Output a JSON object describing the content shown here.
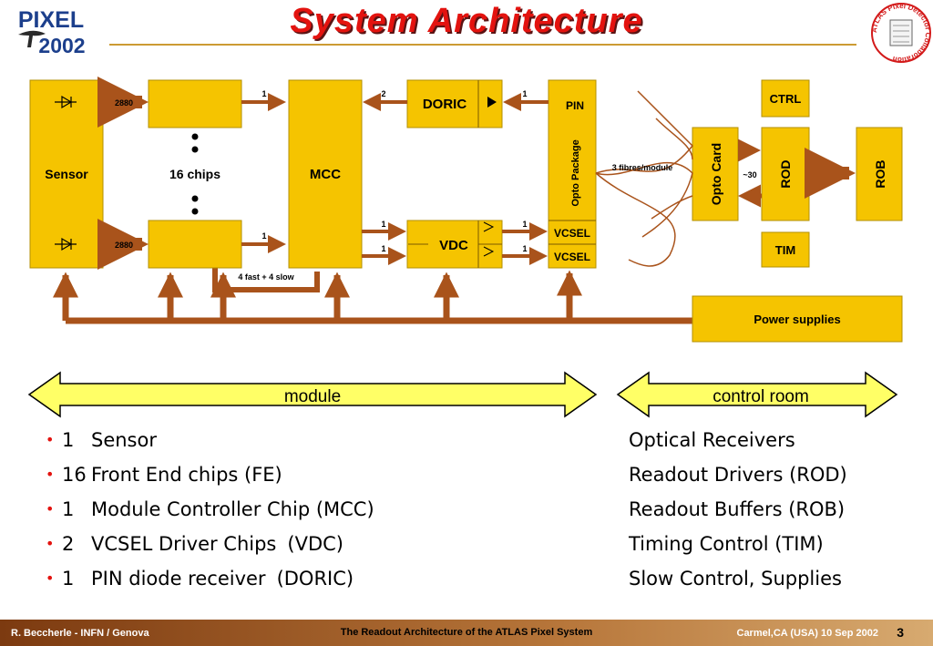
{
  "title": "System Architecture",
  "logo_left": {
    "line1": "PIXEL",
    "line2": "2002"
  },
  "logo_right": {
    "ring_text": "ATLAS Pixel Detector Collaboration"
  },
  "diagram": {
    "sensor": "Sensor",
    "chips": "16 chips",
    "mcc": "MCC",
    "doric": "DORIC",
    "vdc": "VDC",
    "opto_package": "Opto Package",
    "pin": "PIN",
    "vcsel1": "VCSEL",
    "vcsel2": "VCSEL",
    "opto_card": "Opto Card",
    "rod": "ROD",
    "rob": "ROB",
    "ctrl": "CTRL",
    "tim": "TIM",
    "power": "Power supplies",
    "label_2880_top": "2880",
    "label_2880_bottom": "2880",
    "label_1_top_chips": "1",
    "label_1_bottom_chips": "1",
    "label_2_doric": "2",
    "label_1_pin": "1",
    "label_1_vdc_a": "1",
    "label_1_vdc_b": "1",
    "label_1_vcsel_a": "1",
    "label_1_vcsel_b": "1",
    "fast_slow": "4 fast + 4 slow",
    "fibres": "3 fibres/module",
    "approx30": "~30"
  },
  "arrows": {
    "module": "module",
    "control_room": "control room"
  },
  "bullets": [
    {
      "num": "1",
      "desc": "Sensor",
      "extra": ""
    },
    {
      "num": "16",
      "desc": "Front End chips (FE)",
      "extra": ""
    },
    {
      "num": "1",
      "desc": "Module Controller Chip (MCC)",
      "extra": ""
    },
    {
      "num": "2",
      "desc": "VCSEL Driver Chips",
      "extra": "(VDC)"
    },
    {
      "num": "1",
      "desc": "PIN diode receiver",
      "extra": "(DORIC)"
    }
  ],
  "right_list": [
    "Optical Receivers",
    "Readout Drivers (ROD)",
    "Readout Buffers (ROB)",
    "Timing Control (TIM)",
    "Slow Control, Supplies"
  ],
  "footer": {
    "left": "R. Beccherle - INFN / Genova",
    "center": "The Readout Architecture of the ATLAS Pixel System",
    "right": "Carmel,CA (USA) 10 Sep 2002",
    "page": "3"
  },
  "colors": {
    "box": "#f5c400",
    "arrow": "#a9531b",
    "title": "#e3130f",
    "band": "#ffff66"
  }
}
